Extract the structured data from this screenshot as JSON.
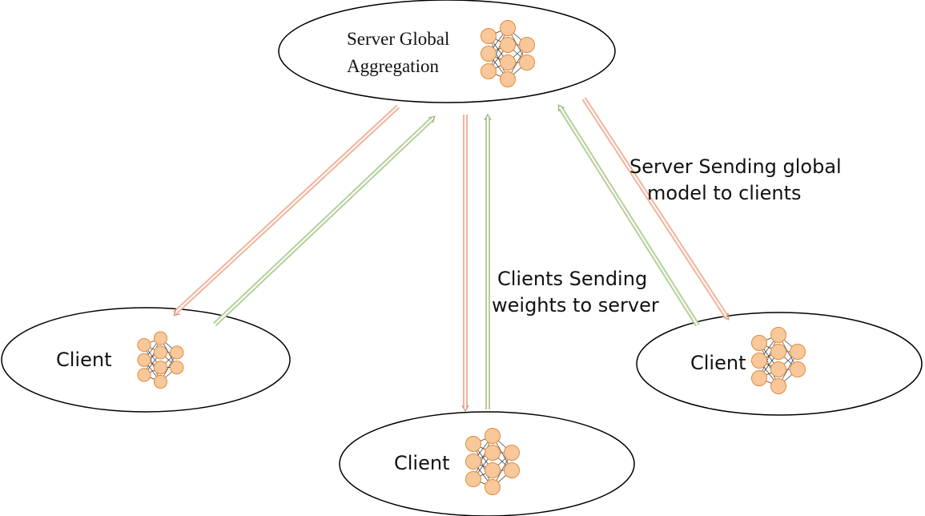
{
  "server": {
    "title_line1": "Server Global",
    "title_line2": "Aggregation"
  },
  "clients": [
    {
      "label": "Client"
    },
    {
      "label": "Client"
    },
    {
      "label": "Client"
    }
  ],
  "annotations": {
    "server_to_clients_line1": "Server Sending global",
    "server_to_clients_line2": "model to clients",
    "clients_to_server_line1": "Clients Sending",
    "clients_to_server_line2": "weights to server"
  },
  "colors": {
    "node_fill": "#f8c89a",
    "node_stroke": "#e08a3c",
    "downlink_arrow": "#f0b49a",
    "uplink_arrow": "#b5cf9b",
    "ellipse_stroke": "#000000"
  }
}
